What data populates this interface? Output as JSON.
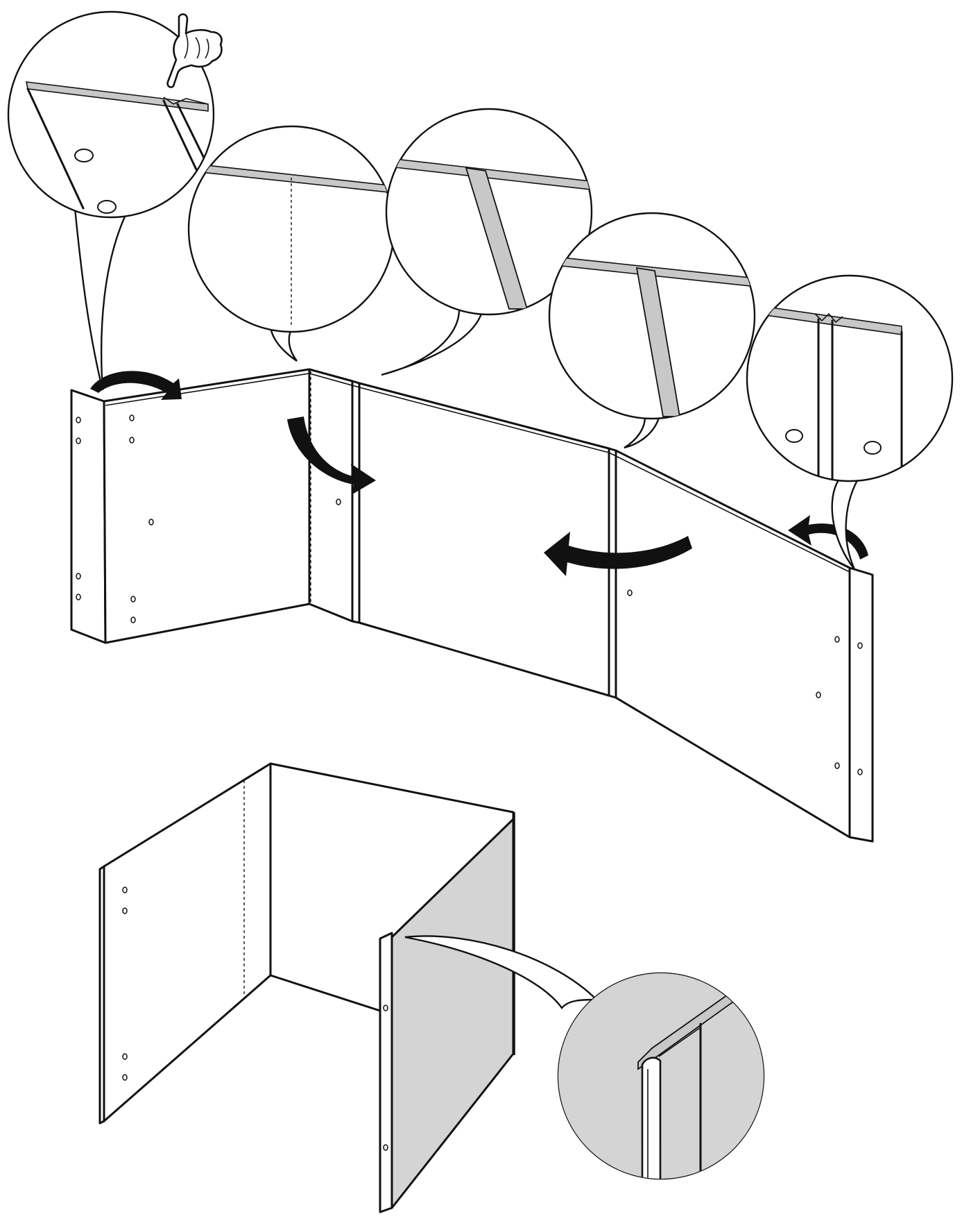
{
  "figure": {
    "kind": "assembly-instruction-step",
    "panel_count_unfolded": 4,
    "callout_count": 6
  },
  "colors": {
    "line": "#111111",
    "background": "#ffffff",
    "edge_band": "#c8c8c8",
    "shaded_panel": "#d4d4d4",
    "arrow": "#111111"
  },
  "icons": {
    "hand": "pointing-hand-icon",
    "fold_arrow": "curved-arrow-icon"
  }
}
